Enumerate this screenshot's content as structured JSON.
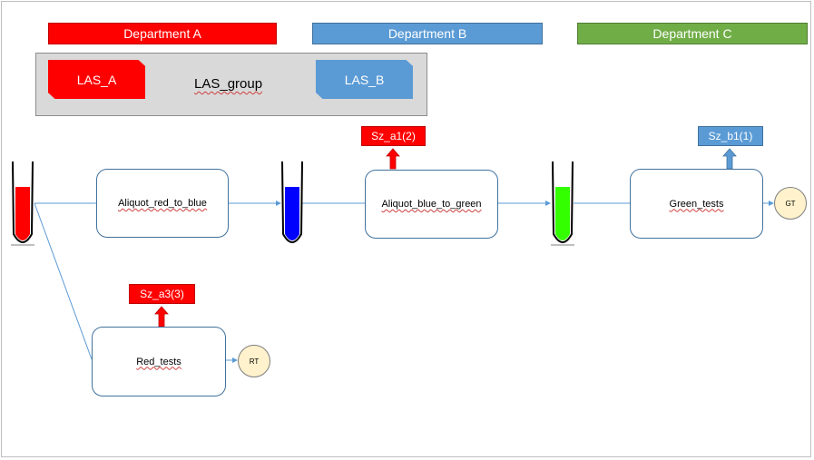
{
  "departments": [
    {
      "label": "Department A",
      "color": "#ff0000"
    },
    {
      "label": "Department B",
      "color": "#5b9bd5"
    },
    {
      "label": "Department C",
      "color": "#70ad47"
    }
  ],
  "las_group": {
    "label": "LAS_group",
    "las_a": "LAS_A",
    "las_b": "LAS_B"
  },
  "tubes": [
    {
      "liquid": "red",
      "color": "#ff0000"
    },
    {
      "liquid": "blue",
      "color": "#0000ff"
    },
    {
      "liquid": "green",
      "color": "#33ff00"
    }
  ],
  "processes": {
    "aliquot_red_to_blue": "Aliquot_red_to_blue",
    "aliquot_blue_to_green": "Aliquot_blue_to_green",
    "green_tests": "Green_tests",
    "red_tests": "Red_tests"
  },
  "storage_zones": {
    "sz_a1": "Sz_a1(2)",
    "sz_b1": "Sz_b1(1)",
    "sz_a3": "Sz_a3(3)"
  },
  "endpoints": {
    "gt": "GT",
    "rt": "RT"
  },
  "colors": {
    "red": "#ff0000",
    "blue": "#5b9bd5",
    "connector": "#5b9bd5",
    "endpoint_fill": "#fff2cc"
  }
}
